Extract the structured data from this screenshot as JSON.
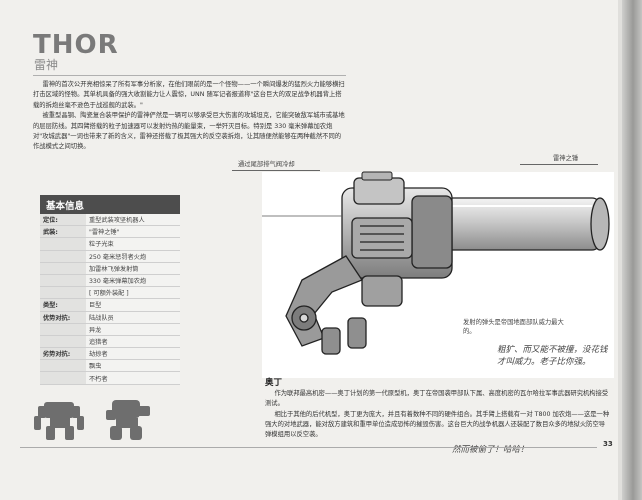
{
  "header": {
    "title": "THOR",
    "subtitle": "雷神"
  },
  "intro": {
    "paragraphs": [
      "雷神的首次公开亮相惊呆了所有军事分析家，在他们眼前的是一个怪物——一个瞬间爆发的猛烈火力能够横扫打击区域的怪物。其单机具备的强大收割能力让人震惊，UNN 随军记者报道称\"这台巨大的双足战争机器背上搭载的拆炮丝毫不逊色于战巡舰的武装。\"",
      "被重型晶钢、陶瓷复合装甲保护的雷神俨然是一辆可以够承受巨大伤害的攻城坦克，它能突破敌军城市或基地的层层防线。其四臂搭载的粒子加速器可以发射灼热的能量束，一举歼灭目标。特别是 330 毫米弹幕加农炮对\"攻城武器\"一词也带来了新的含义，雷神还搭载了极其强大的反空袭拆炮，让其随便然能够在两种截然不同的作战模式之间切换。"
    ]
  },
  "info": {
    "heading": "基本信息",
    "rows": [
      {
        "key": "定位:",
        "value": "重型武装攻坚机器人"
      },
      {
        "key": "武装:",
        "value": "\"雷神之锤\""
      },
      {
        "key": "",
        "value": "粒子光束"
      },
      {
        "key": "",
        "value": "250 毫米惩罚者火炮"
      },
      {
        "key": "",
        "value": "加雷林飞弹发射筒"
      },
      {
        "key": "",
        "value": "330 毫米弹幕加农炮"
      },
      {
        "key": "",
        "value": "[ 可额外装配 ]"
      },
      {
        "key": "类型:",
        "value": "巨型"
      },
      {
        "key": "优势对抗:",
        "value": "陆战队员"
      },
      {
        "key": "",
        "value": "异龙"
      },
      {
        "key": "",
        "value": "追猎者"
      },
      {
        "key": "劣势对抗:",
        "value": "劫掠者"
      },
      {
        "key": "",
        "value": "飘虫"
      },
      {
        "key": "",
        "value": "不朽者"
      }
    ]
  },
  "drawing": {
    "callout_vent": "通过尾部排气阀冷却",
    "callout_hammer": "雷神之锤",
    "callout_shells": "发射的弹头是帝国地面部队威力最大的。",
    "note_right": "粗犷、而又能不被撞，没花钱才叫威力。老子比你强。",
    "note_bottom": "然而被偷了！哈哈！"
  },
  "section": {
    "title": "奥丁",
    "paragraphs": [
      "作为联邦最高机密——奥丁计划的第一代原型机，奥丁在帝国袭甲部队下属、高度机密的瓦尔哈拉军事武器研究机构接受测试。",
      "相比于其他的后代机型，奥丁更为庞大，并且有着数种不同的硬件组合。其手臂上搭载有一对 T800 加农炮——这是一种强大的对地武器，能对敌方建筑和重甲单位造成恐怖的摧毁伤害。这台巨大的战争机器人还装配了数目众多的地狱火防空导弹模组用以反空袭。"
    ]
  },
  "footer": {
    "page_number": "33"
  }
}
